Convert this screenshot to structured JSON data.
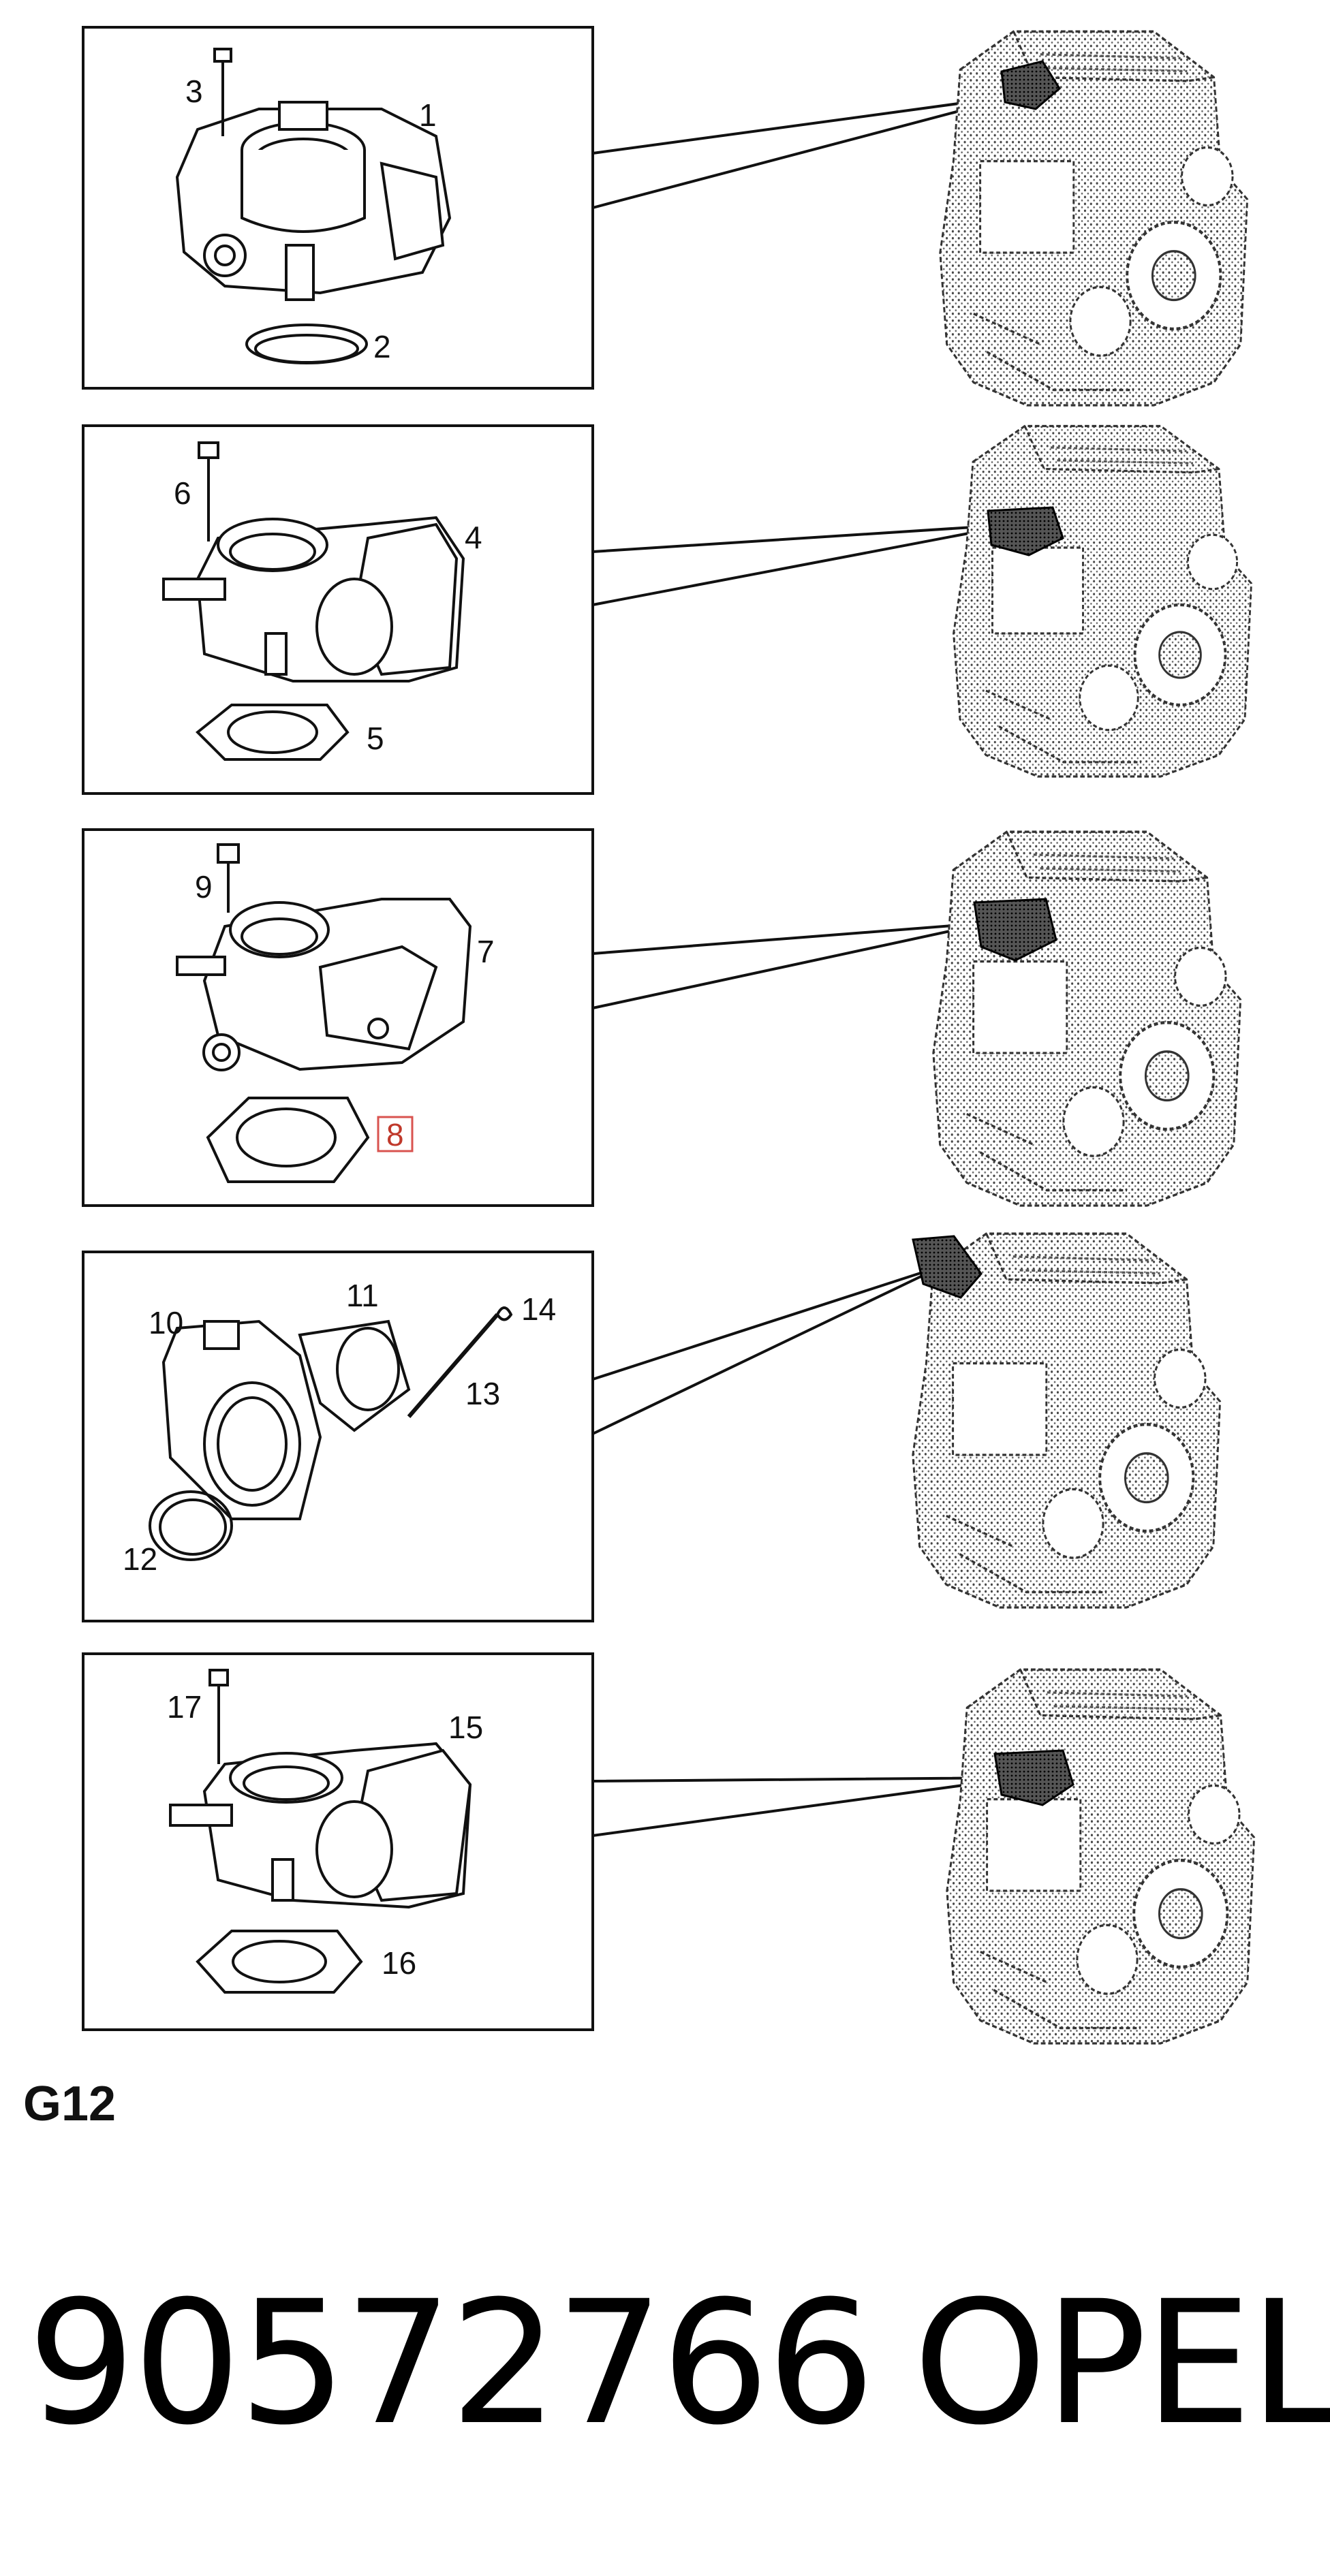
{
  "section_code": "G12",
  "part_number": "90572766",
  "brand": "OPEL",
  "highlight_color": "#d9534f",
  "panels": [
    {
      "callouts": [
        "1",
        "2",
        "3"
      ]
    },
    {
      "callouts": [
        "4",
        "5",
        "6"
      ]
    },
    {
      "callouts": [
        "7",
        "8",
        "9"
      ],
      "highlighted": "8"
    },
    {
      "callouts": [
        "10",
        "11",
        "12",
        "13",
        "14"
      ]
    },
    {
      "callouts": [
        "15",
        "16",
        "17"
      ]
    }
  ]
}
